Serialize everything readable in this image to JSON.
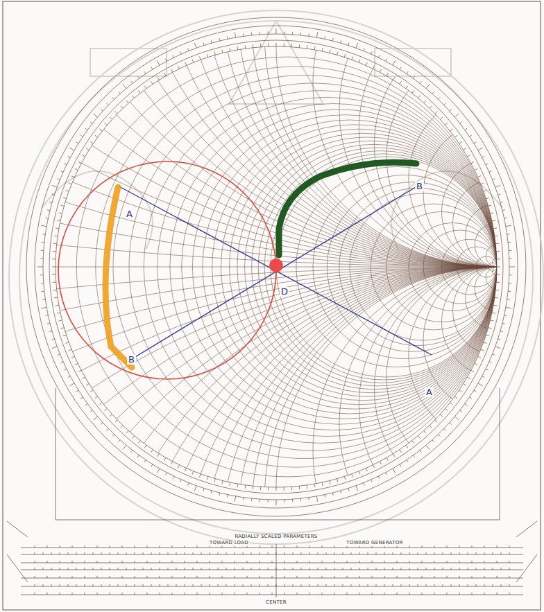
{
  "diagram": {
    "labels": [
      "A",
      "B",
      "B",
      "A",
      "D",
      "RADIALLY SCALED PARAMETERS",
      "TOWARD LOAD",
      "TOWARD GENERATOR",
      "CENTER"
    ]
  }
}
